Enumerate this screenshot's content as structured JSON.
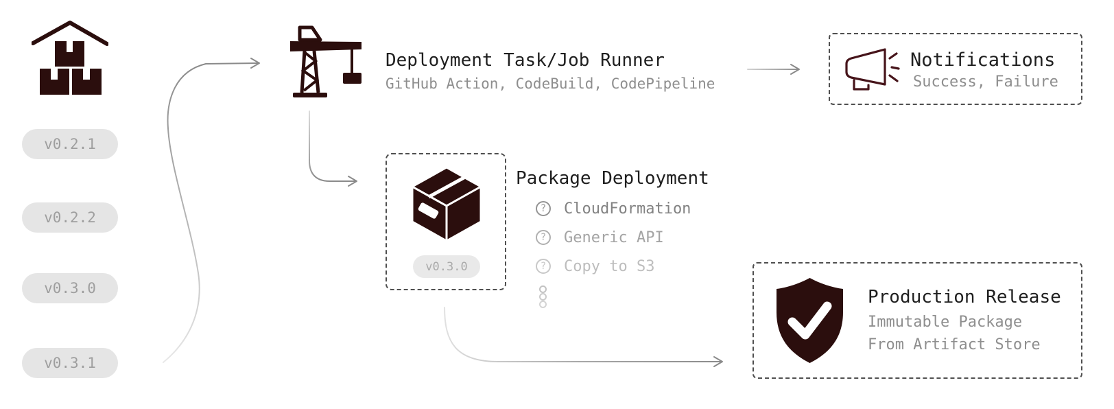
{
  "artifact_store": {
    "icon": "warehouse-boxes-icon",
    "versions": [
      "v0.2.1",
      "v0.2.2",
      "v0.3.0",
      "v0.3.1"
    ]
  },
  "task_runner": {
    "icon": "crane-icon",
    "title": "Deployment Task/Job Runner",
    "subtitle": "GitHub Action, CodeBuild, CodePipeline"
  },
  "notifications": {
    "icon": "megaphone-icon",
    "title": "Notifications",
    "subtitle": "Success, Failure"
  },
  "package_deployment": {
    "icon": "package-box-icon",
    "badge": "v0.3.0",
    "title": "Package Deployment",
    "option_icon": "question-circle-icon",
    "question_mark": "?",
    "options": [
      {
        "label": "CloudFormation"
      },
      {
        "label": "Generic API"
      },
      {
        "label": "Copy to S3"
      }
    ]
  },
  "production_release": {
    "icon": "shield-check-icon",
    "title": "Production Release",
    "subtitle_lines": [
      "Immutable Package",
      "From Artifact Store"
    ]
  },
  "colors": {
    "icon_fill": "#2b0e0d",
    "megaphone_stroke": "#46141a",
    "title_text": "#1f1f1f",
    "subtitle_text": "#8e8e8e",
    "badge_bg": "#e5e5e5",
    "badge_text": "#9e9e9e",
    "arrow_gray": "#8a8a8a",
    "dashed_border": "#4f4f4f"
  }
}
